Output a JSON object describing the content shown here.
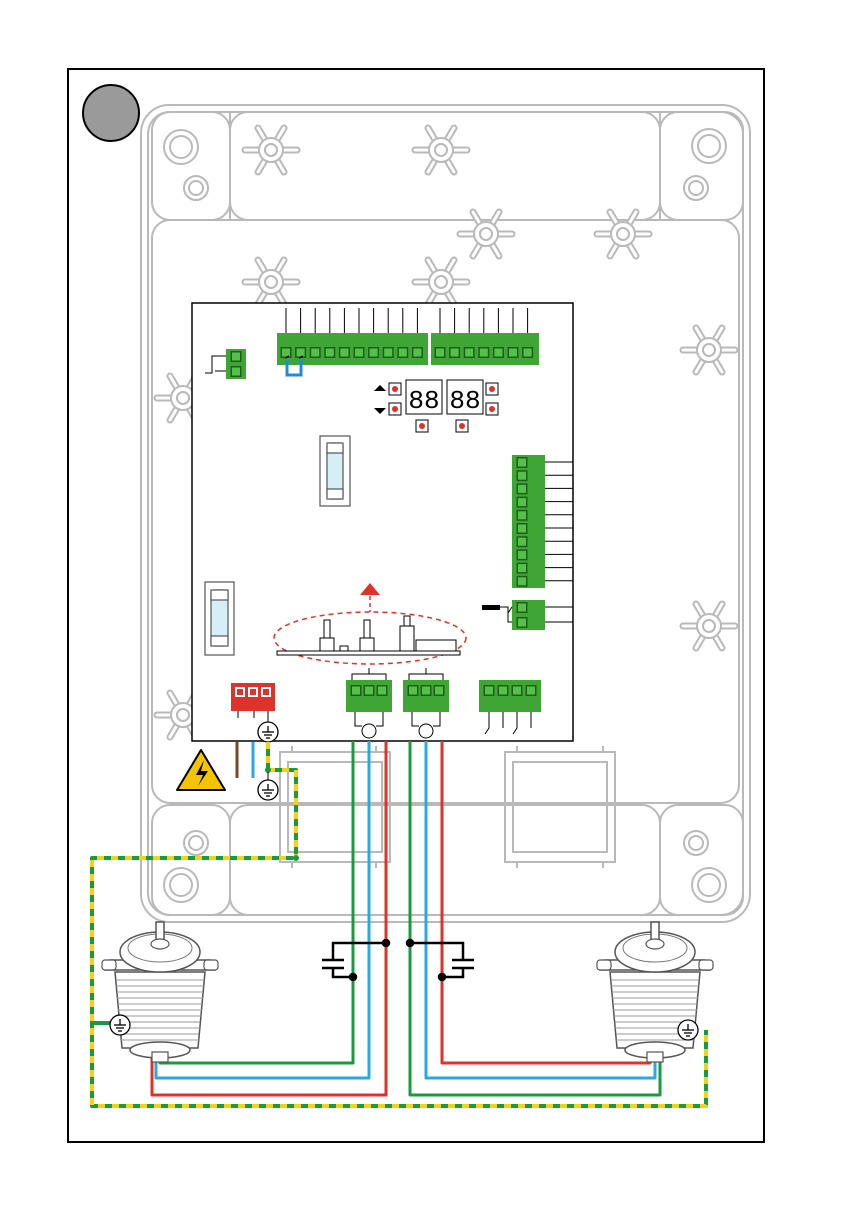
{
  "diagram": {
    "step_badge": "",
    "colors": {
      "frame": "#000000",
      "enclosure": "#b9b9b9",
      "badge": "#9a9a9a",
      "terminal_green": "#3fa535",
      "terminal_dark": "#1d5e1a",
      "terminal_red": "#e0312b",
      "led_red": "#e0312b",
      "wire_red": "#e0312b",
      "wire_green": "#1a9a3e",
      "wire_blue": "#2aa8e0",
      "wire_yellow": "#f2d21b",
      "wire_brown": "#7a4a1e",
      "dashed_callout": "#e0312b",
      "warning_yellow": "#f5c400",
      "fuse_blue": "#d6eef6",
      "jumper_blue": "#1e88e5"
    },
    "icons": {
      "warning": "high-voltage-warning-icon",
      "earth": "earth-ground-icon",
      "motor": "gear-motor-icon",
      "capacitor": "capacitor-icon",
      "arrow_up": "arrow-up-icon",
      "arrow_down": "arrow-down-icon"
    },
    "terminal_counts": {
      "top_left_block": 10,
      "top_right_block": 7,
      "right_side_block": 10,
      "right_side_small_block": 2,
      "left_small_block": 2,
      "power_block": 3,
      "motor1_block": 3,
      "motor2_block": 3,
      "aux_block": 4
    },
    "display": {
      "digits_left": "88",
      "digits_right": "88"
    }
  }
}
